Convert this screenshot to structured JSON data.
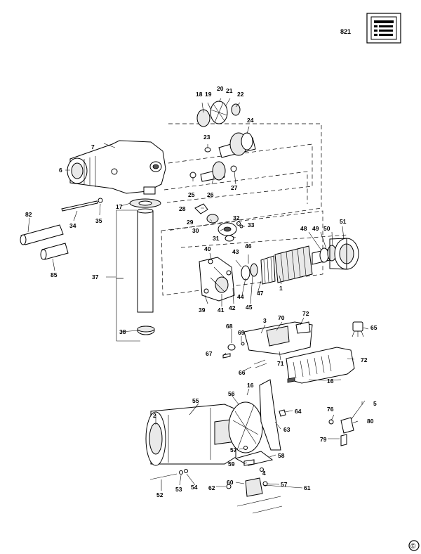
{
  "page_number": "821",
  "icons": {
    "document": "document-list-icon",
    "copyright": "copyright-icon"
  },
  "copyright_symbol": "©",
  "callouts": [
    "1",
    "2",
    "3",
    "4",
    "5",
    "6",
    "7",
    "16",
    "16",
    "17",
    "18",
    "19",
    "20",
    "21",
    "22",
    "23",
    "24",
    "25",
    "26",
    "27",
    "28",
    "29",
    "30",
    "31",
    "32",
    "33",
    "34",
    "35",
    "37",
    "38",
    "39",
    "40",
    "41",
    "42",
    "43",
    "44",
    "45",
    "46",
    "47",
    "48",
    "49",
    "50",
    "51",
    "52",
    "53",
    "54",
    "55",
    "56",
    "57",
    "57",
    "58",
    "59",
    "60",
    "61",
    "62",
    "63",
    "64",
    "65",
    "66",
    "67",
    "68",
    "69",
    "70",
    "71",
    "72",
    "72",
    "76",
    "79",
    "80",
    "82",
    "85"
  ]
}
